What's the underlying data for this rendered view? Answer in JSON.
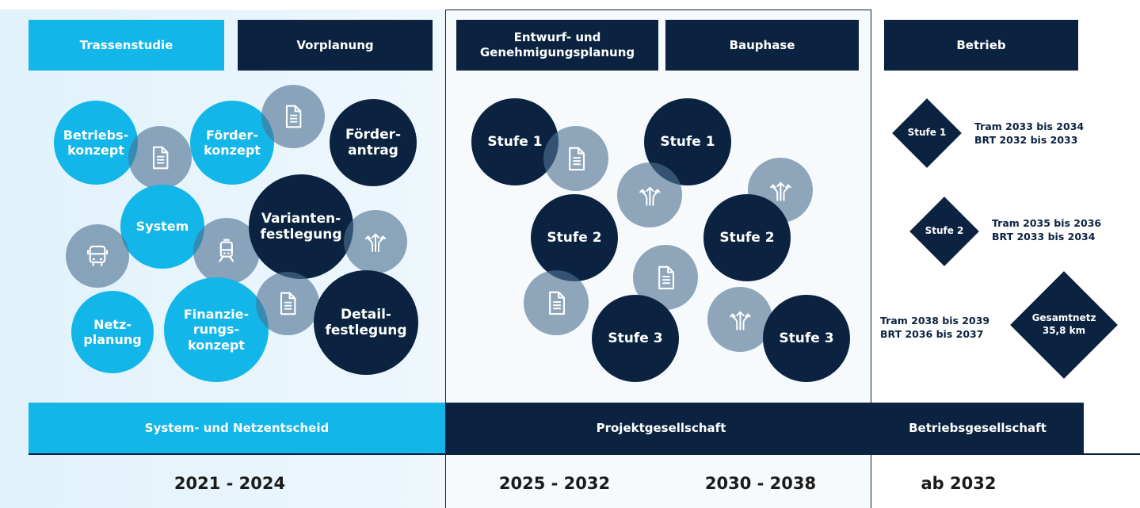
{
  "phases": {
    "trassenstudie": "Trassenstudie",
    "vorplanung": "Vorplanung",
    "entwurf_line1": "Entwurf- und",
    "entwurf_line2": "Genehmigungsplanung",
    "bauphase": "Bauphase",
    "betrieb": "Betrieb"
  },
  "circles": {
    "betriebskonzept": [
      "Betriebs-",
      "konzept"
    ],
    "foerderkonzept": [
      "Förder-",
      "konzept"
    ],
    "foerderantrag": [
      "Förder-",
      "antrag"
    ],
    "system": "System",
    "variantenfestlegung": [
      "Varianten-",
      "festlegung"
    ],
    "netzplanung": [
      "Netz-",
      "planung"
    ],
    "finanzierungskonzept": [
      "Finanzie-",
      "rungs-",
      "konzept"
    ],
    "detailfestlegung": [
      "Detail-",
      "festlegung"
    ],
    "stufe1": "Stufe 1",
    "stufe2": "Stufe 2",
    "stufe3": "Stufe 3"
  },
  "operation": {
    "stufe1": {
      "label": "Stufe 1",
      "line1": "Tram 2033 bis 2034",
      "line2": "BRT 2032 bis 2033"
    },
    "stufe2": {
      "label": "Stufe 2",
      "line1": "Tram 2035 bis 2036",
      "line2": "BRT 2033 bis 2034"
    },
    "gesamtnetz": {
      "label1": "Gesamtnetz",
      "label2": "35,8 km",
      "line1": "Tram 2038 bis 2039",
      "line2": "BRT 2036 bis 2037"
    }
  },
  "bars": {
    "system_netzentscheid": "System- und Netzentscheid",
    "projektgesellschaft": "Projektgesellschaft",
    "betriebsgesellschaft": "Betriebsgesellschaft"
  },
  "years": {
    "phase1": "2021 - 2024",
    "phase2": "2025 - 2032",
    "phase3": "2030 - 2038",
    "phase4": "ab 2032"
  },
  "colors": {
    "light_blue": "#12b6e9",
    "navy": "#0b2340",
    "grey_blue": "#4e7192"
  },
  "icons": [
    "document-icon",
    "arrows-icon",
    "bus-icon",
    "tram-icon"
  ]
}
